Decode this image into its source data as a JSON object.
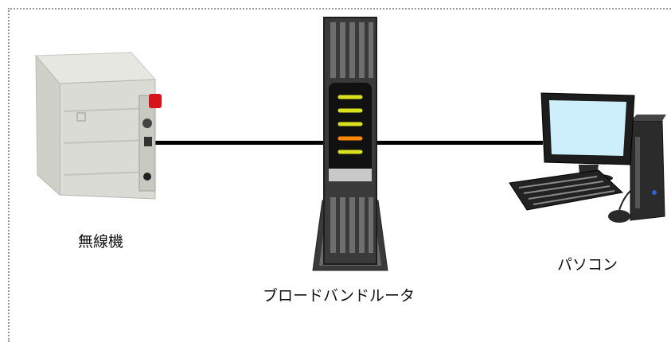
{
  "devices": {
    "radio": {
      "label": "無線機",
      "icon": "radio-device-icon"
    },
    "router": {
      "label": "ブロードバンドルータ",
      "icon": "broadband-router-icon",
      "led_colors": [
        "#d9e21c",
        "#d9e21c",
        "#d9e21c",
        "#ff8a00",
        "#d9e21c"
      ]
    },
    "pc": {
      "label": "パソコン",
      "icon": "desktop-pc-icon"
    }
  },
  "colors": {
    "cable": "#000000",
    "router_body": "#3a3a3a",
    "frame": "#9a9a9a",
    "screen": "#cdeffb"
  }
}
